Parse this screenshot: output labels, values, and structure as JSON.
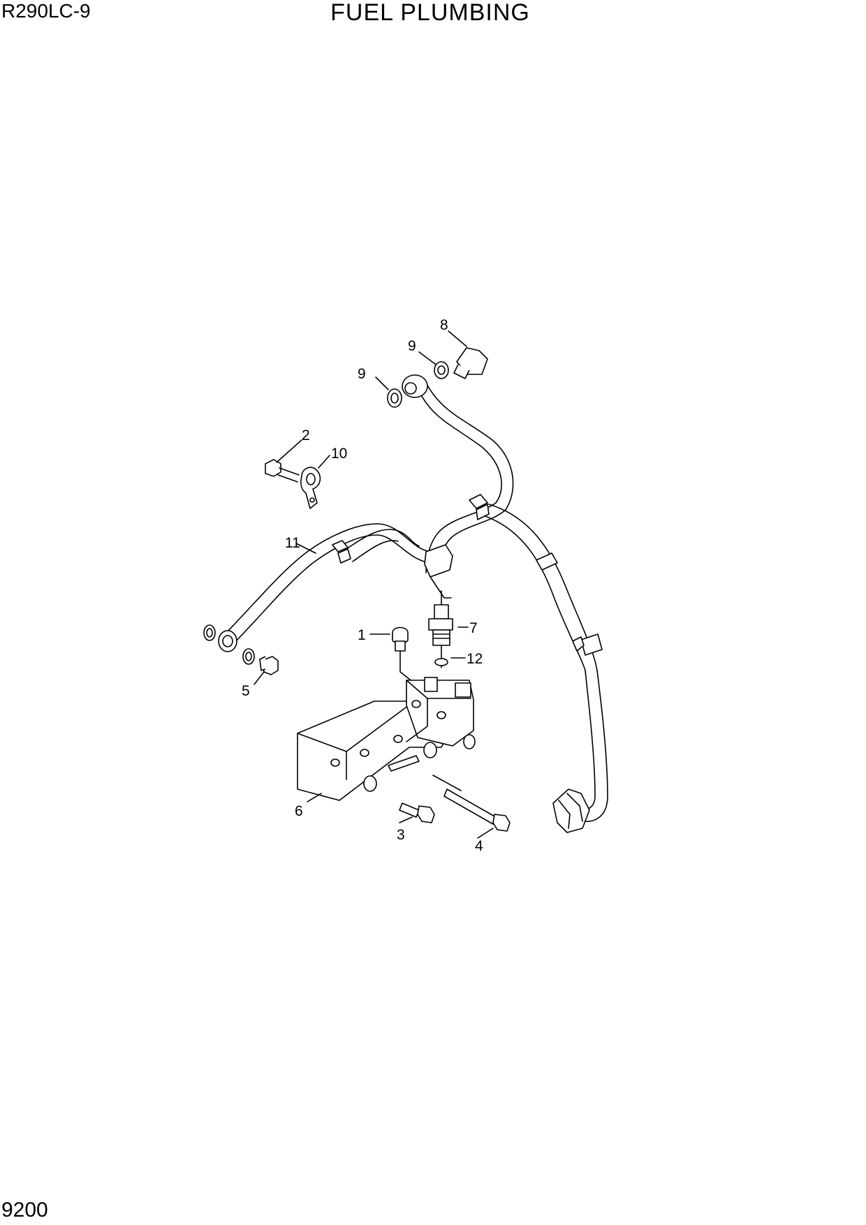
{
  "header": {
    "model": "R290LC-9",
    "title": "FUEL PLUMBING"
  },
  "footer": {
    "page_number": "9200"
  },
  "callouts": [
    {
      "key": "c1",
      "label": "1"
    },
    {
      "key": "c2",
      "label": "2"
    },
    {
      "key": "c3",
      "label": "3"
    },
    {
      "key": "c4",
      "label": "4"
    },
    {
      "key": "c5",
      "label": "5"
    },
    {
      "key": "c6",
      "label": "6"
    },
    {
      "key": "c7",
      "label": "7"
    },
    {
      "key": "c8",
      "label": "8"
    },
    {
      "key": "c9a",
      "label": "9"
    },
    {
      "key": "c9b",
      "label": "9"
    },
    {
      "key": "c10",
      "label": "10"
    },
    {
      "key": "c11",
      "label": "11"
    },
    {
      "key": "c12",
      "label": "12"
    }
  ]
}
